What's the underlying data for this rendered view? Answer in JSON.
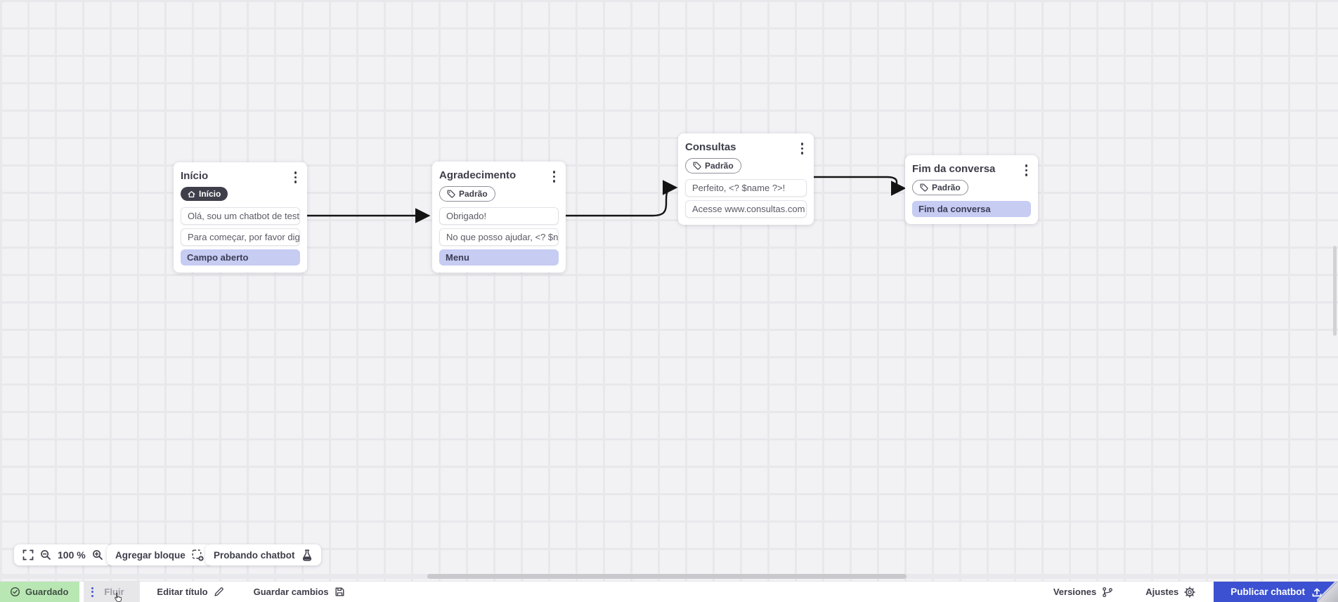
{
  "canvas": {
    "zoom_value": "100 %",
    "nodes": [
      {
        "title": "Início",
        "badge": "Início",
        "messages": [
          "Olá, sou um chatbot de teste!",
          "Para começar, por favor digite o ..."
        ],
        "actions": [
          "Campo aberto"
        ]
      },
      {
        "title": "Agradecimento",
        "badge": "Padrão",
        "messages": [
          "Obrigado!",
          "No que posso ajudar, <? $name ..."
        ],
        "actions": [
          "Menu"
        ]
      },
      {
        "title": "Consultas",
        "badge": "Padrão",
        "messages": [
          "Perfeito, <? $name ?>!",
          "Acesse www.consultas.com par..."
        ],
        "actions": []
      },
      {
        "title": "Fim da conversa",
        "badge": "Padrão",
        "messages": [],
        "actions": [
          "Fim da conversa"
        ]
      }
    ]
  },
  "toolbar": {
    "add_block_label": "Agregar bloque",
    "test_chatbot_label": "Probando chatbot"
  },
  "statusbar": {
    "saved_label": "Guardado",
    "flow_tab_label": "Fluir",
    "edit_title_label": "Editar título",
    "save_changes_label": "Guardar cambios",
    "versions_label": "Versiones",
    "settings_label": "Ajustes",
    "publish_label": "Publicar chatbot"
  },
  "colors": {
    "accent_blue": "#3b51d1",
    "saved_green": "#b9e7b3",
    "action_lavender": "#c6ccf2",
    "badge_dark": "#3f3f4b",
    "wire_black": "#141414"
  }
}
